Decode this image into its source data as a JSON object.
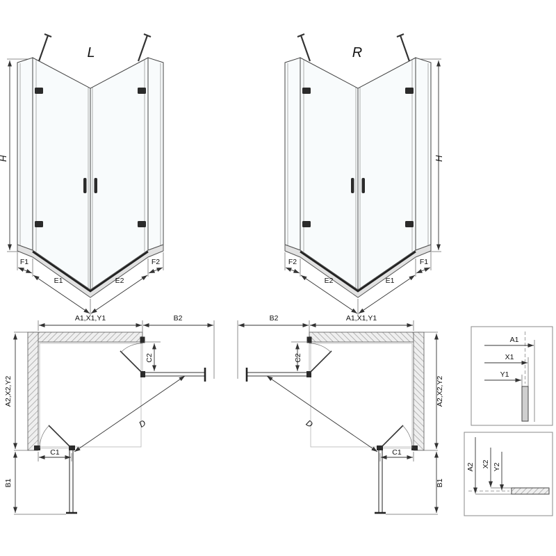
{
  "perspective_left": {
    "title": "L",
    "height_label": "H",
    "bottom_dims": [
      "F1",
      "E1",
      "E2",
      "F2"
    ]
  },
  "perspective_right": {
    "title": "R",
    "height_label": "H",
    "bottom_dims": [
      "F2",
      "E2",
      "E1",
      "F1"
    ]
  },
  "plan_left": {
    "top_dim": "A1,X1,Y1",
    "top_right_dim": "B2",
    "side_dim": "C2",
    "left_dim": "A2,X2,Y2",
    "bottom_dim": "C1",
    "bottom_left_dim": "B1",
    "diagonal_dim": "D"
  },
  "plan_right": {
    "top_left_dim": "B2",
    "top_dim": "A1,X1,Y1",
    "side_dim": "C2",
    "right_dim": "A2,X2,Y2",
    "bottom_dim": "C1",
    "bottom_right_dim": "B1",
    "diagonal_dim": "D"
  },
  "detail_top": {
    "dims": [
      "A1",
      "X1",
      "Y1"
    ]
  },
  "detail_bottom": {
    "dims": [
      "A2",
      "X2",
      "Y2"
    ]
  }
}
